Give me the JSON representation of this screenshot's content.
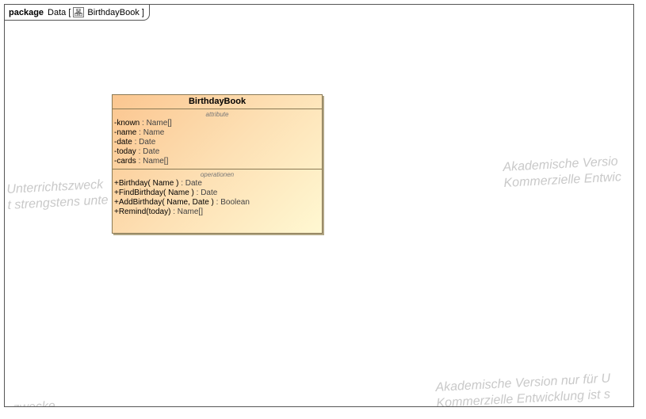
{
  "diagram": {
    "frame": {
      "keyword": "package",
      "package_name": "Data [",
      "diagram_icon": "class-diagram-icon",
      "diagram_name": "BirthdayBook ]"
    },
    "class": {
      "name": "BirthdayBook",
      "attributes_title": "attribute",
      "attributes": [
        {
          "sig": "-known",
          "type": " : Name[]"
        },
        {
          "sig": "-name",
          "type": " : Name"
        },
        {
          "sig": "-date",
          "type": " : Date"
        },
        {
          "sig": "-today",
          "type": " : Date"
        },
        {
          "sig": "-cards",
          "type": " : Name[]"
        }
      ],
      "operations_title": "operationen",
      "operations": [
        {
          "sig": "+Birthday( Name )",
          "type": " : Date"
        },
        {
          "sig": "+FindBirthday( Name )",
          "type": " : Date"
        },
        {
          "sig": "+AddBirthday( Name, Date )",
          "type": " : Boolean"
        },
        {
          "sig": "+Remind(today)",
          "type": " : Name[]"
        }
      ]
    }
  },
  "watermarks": [
    {
      "line1": "Unterrichtszweck",
      "line2": "t strengstens unte"
    },
    {
      "line1": "Akademische Versio",
      "line2": "Kommerzielle Entwic"
    },
    {
      "line1": "Akademische Version nur für U",
      "line2": "Kommerzielle Entwicklung ist s"
    },
    {
      "line1": "zwecke"
    }
  ]
}
